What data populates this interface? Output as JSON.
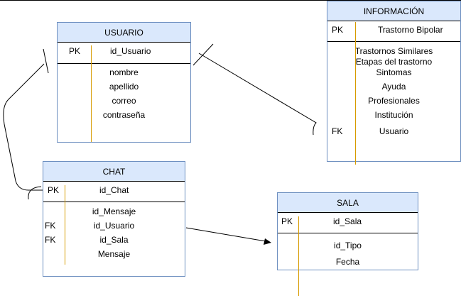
{
  "usuario": {
    "title": "USUARIO",
    "pk_label": "PK",
    "pk_field": "id_Usuario",
    "fields": [
      "nombre",
      "apellido",
      "correo",
      "contraseña"
    ]
  },
  "informacion": {
    "title": "INFORMACIÓN",
    "pk_label": "PK",
    "pk_field": "Trastorno Bipolar",
    "fields": [
      "Trastornos Similares",
      "Etapas del trastorno",
      "Sintomas",
      "Ayuda",
      "Profesionales",
      "Institución"
    ],
    "fk_label": "FK",
    "fk_field": "Usuario"
  },
  "chat": {
    "title": "CHAT",
    "pk_label": "PK",
    "pk_field": "id_Chat",
    "fields": [
      "id_Mensaje",
      "id_Usuario",
      "id_Sala",
      "Mensaje"
    ],
    "fk_labels": [
      "FK",
      "FK"
    ]
  },
  "sala": {
    "title": "SALA",
    "pk_label": "PK",
    "pk_field": "id_Sala",
    "fields": [
      "id_Tipo",
      "Fecha"
    ]
  },
  "colors": {
    "header_fill": "#dae8fc",
    "border": "#6c8ebf",
    "key_separator": "#d79b00",
    "connector": "#000000"
  }
}
